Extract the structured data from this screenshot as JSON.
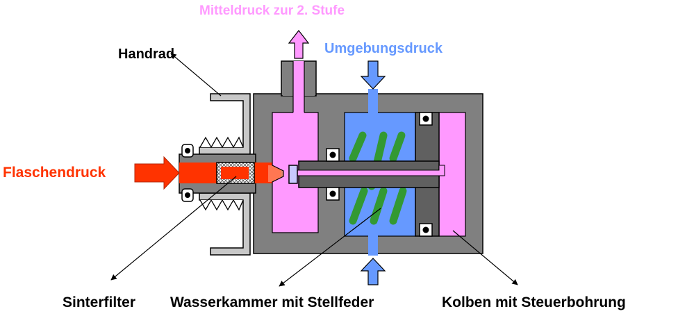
{
  "labels": {
    "mitteldruck": "Mitteldruck zur 2. Stufe",
    "umgebungsdruck": "Umgebungsdruck",
    "handrad": "Handrad",
    "flaschendruck": "Flaschendruck",
    "sinterfilter": "Sinterfilter",
    "wasserkammer": "Wasserkammer mit Stellfeder",
    "kolben": "Kolben mit Steuerbohrung"
  },
  "colors": {
    "mitteldruck": "#ff99ff",
    "umgebungsdruck": "#6699ff",
    "flaschendruck": "#ff3300",
    "housing": "#808080",
    "spring": "#339933"
  }
}
